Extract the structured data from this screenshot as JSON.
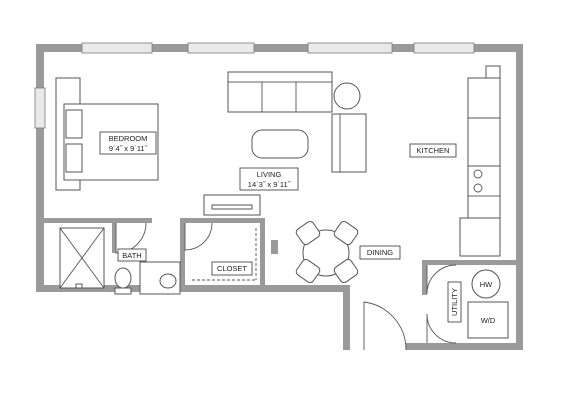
{
  "rooms": {
    "bedroom": {
      "name": "BEDROOM",
      "dims": "9´4˝ x 9´11˝"
    },
    "living": {
      "name": "LIVING",
      "dims": "14´3˝ x 9´11˝"
    },
    "kitchen": {
      "name": "KITCHEN"
    },
    "dining": {
      "name": "DINING"
    },
    "bath": {
      "name": "BATH"
    },
    "closet": {
      "name": "CLOSET"
    },
    "utility": {
      "name": "UTILITY"
    }
  },
  "fixtures": {
    "water_heater": "HW",
    "washer_dryer": "W/D"
  },
  "colors": {
    "wall": "#9a9a9a",
    "window": "#eaeaea",
    "line": "#555555",
    "background": "#ffffff"
  }
}
